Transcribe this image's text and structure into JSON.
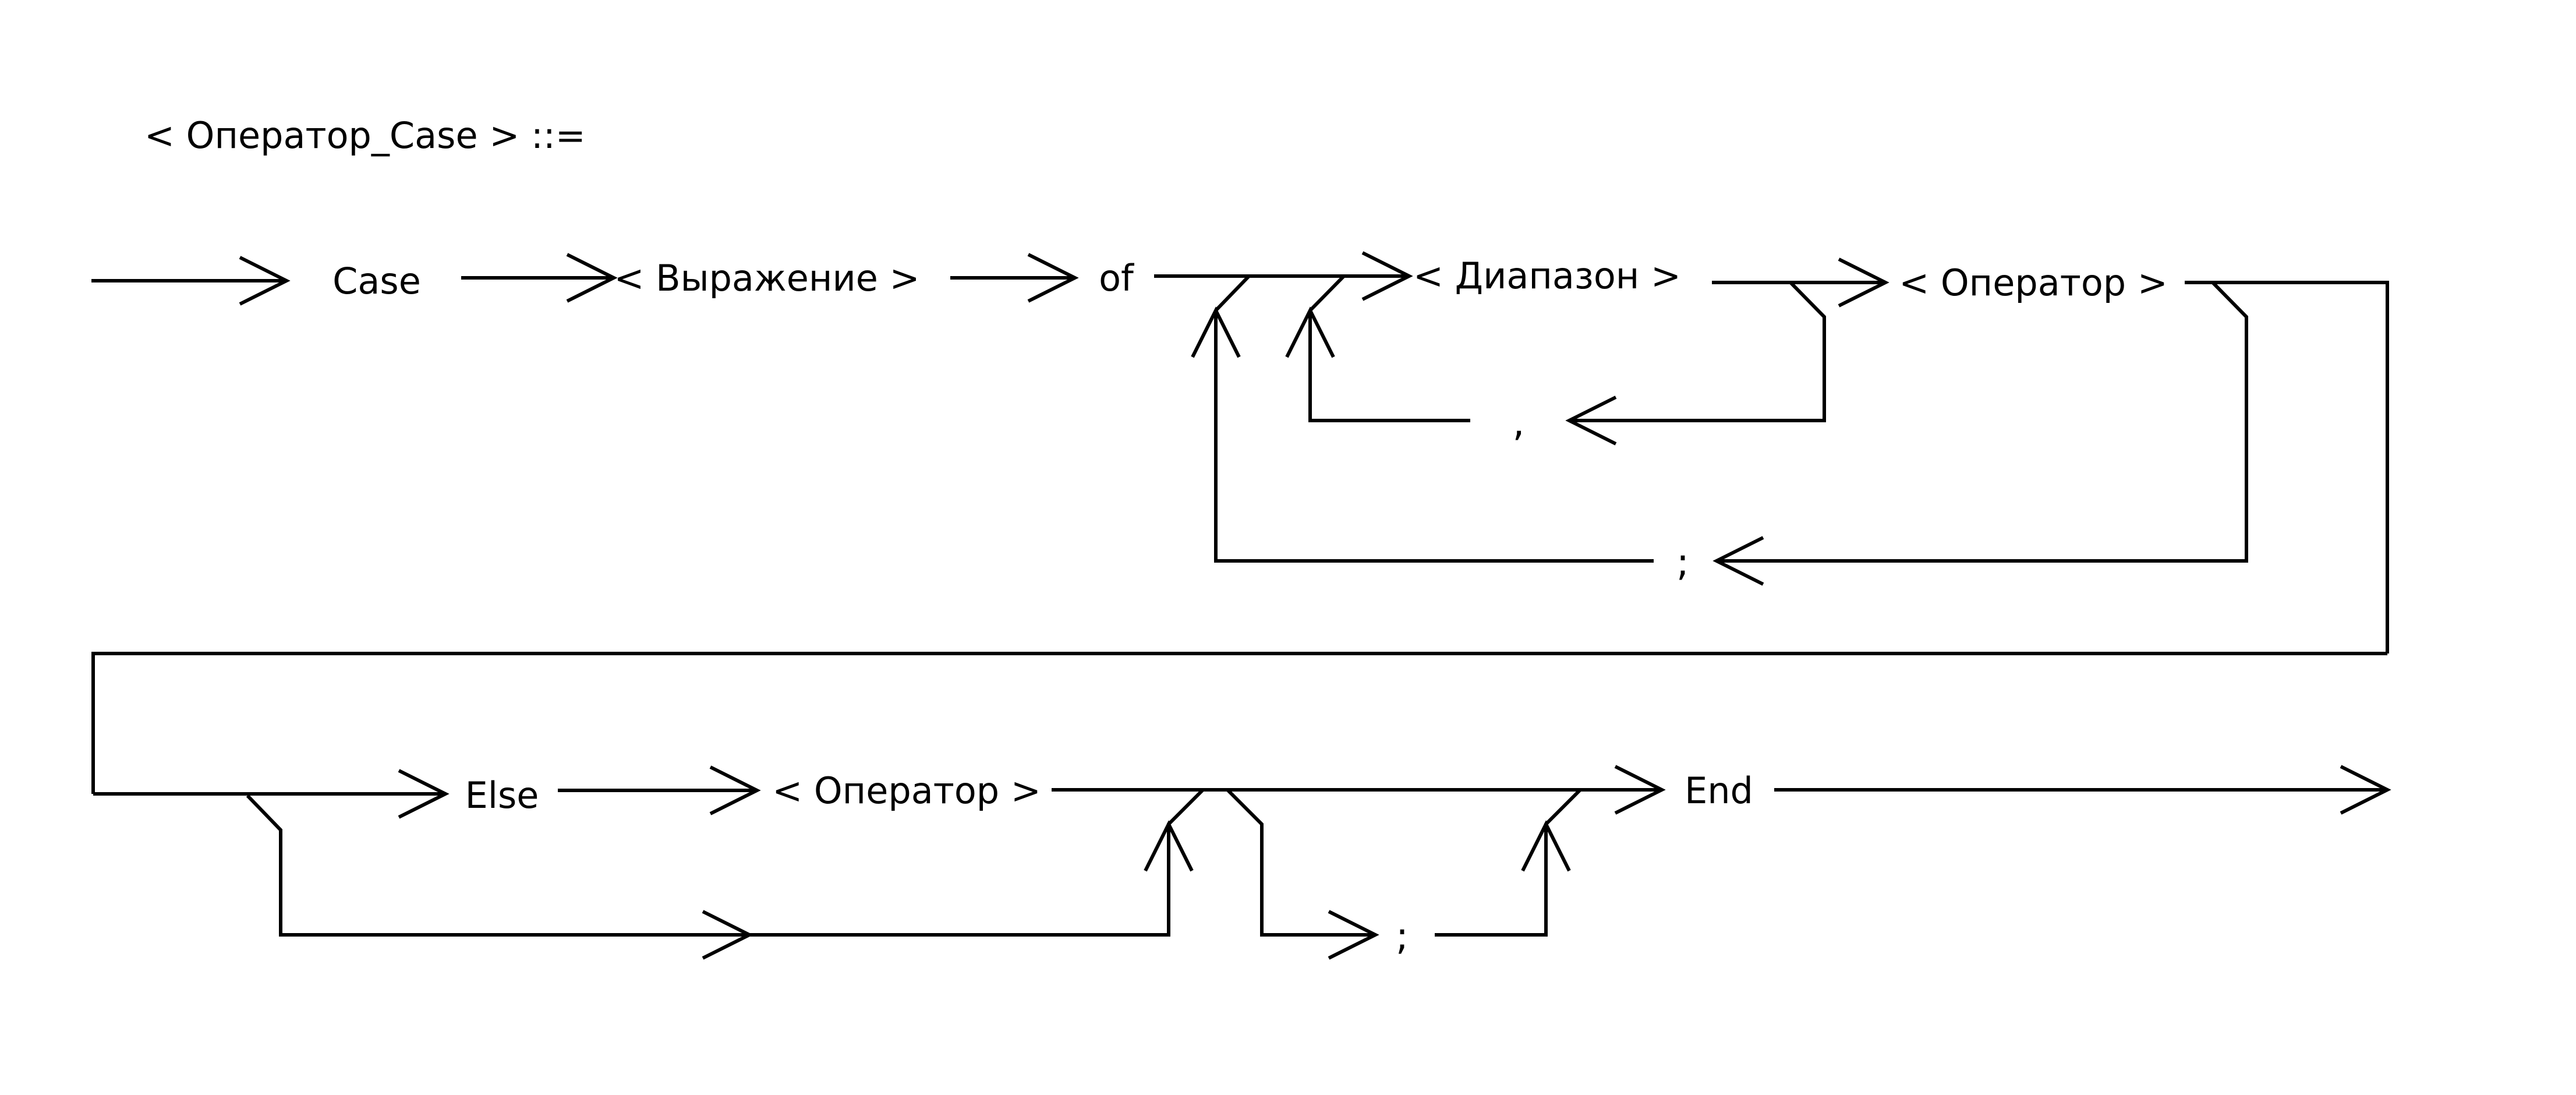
{
  "diagram": {
    "rule_title": "< Оператор_Case > ::=",
    "terminals": {
      "case": "Case",
      "of": "of",
      "comma": ",",
      "semicolon_loop": ";",
      "else": "Else",
      "semicolon_opt": ";",
      "end": "End"
    },
    "nonterminals": {
      "expression": "< Выражение >",
      "range": "< Диапазон >",
      "operator_main": "< Оператор >",
      "operator_else": "< Оператор >"
    },
    "colors": {
      "line": "#000000",
      "background": "#ffffff"
    }
  }
}
